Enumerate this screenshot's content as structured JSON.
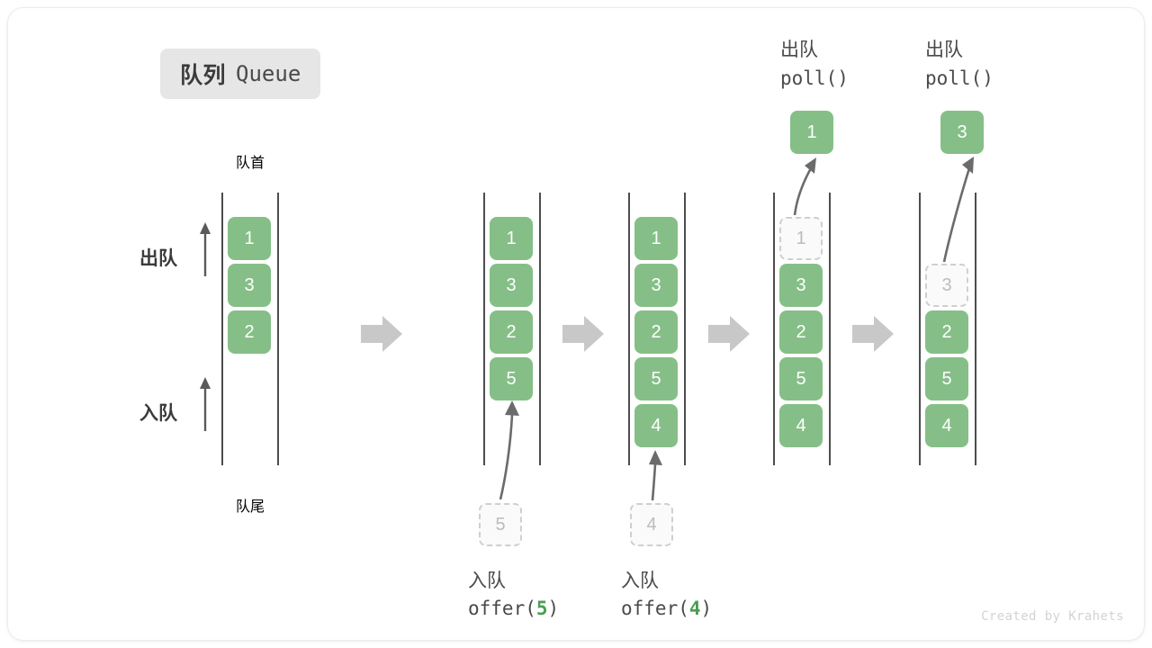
{
  "title": {
    "cn": "队列",
    "en": "Queue"
  },
  "labels": {
    "head": "队首",
    "tail": "队尾",
    "dequeue": "出队",
    "enqueue": "入队"
  },
  "credit": "Created by Krahets",
  "colors": {
    "cell_green": "#85bf87",
    "ghost_fill": "#fafafa",
    "ghost_border": "#cfcfcf",
    "ghost_text": "#bcbcbc",
    "rail": "#4d4d4d",
    "arrow_gray": "#c8c8c8",
    "curve_arrow": "#6b6b6b",
    "badge_bg": "#e6e6e6",
    "text_dark": "#3b3b3b"
  },
  "columns": [
    {
      "name": "initial",
      "cells": [
        "1",
        "3",
        "2"
      ],
      "ghost": null,
      "popped": null,
      "top_caption": null,
      "bottom_caption": null
    },
    {
      "name": "after-offer-5",
      "cells": [
        "1",
        "3",
        "2",
        "5"
      ],
      "ghost": {
        "value": "5",
        "position": "below"
      },
      "popped": null,
      "top_caption": null,
      "bottom_caption": {
        "cn": "入队",
        "code_prefix": "offer(",
        "code_num": "5",
        "code_suffix": ")"
      }
    },
    {
      "name": "after-offer-4",
      "cells": [
        "1",
        "3",
        "2",
        "5",
        "4"
      ],
      "ghost": {
        "value": "4",
        "position": "below"
      },
      "popped": null,
      "top_caption": null,
      "bottom_caption": {
        "cn": "入队",
        "code_prefix": "offer(",
        "code_num": "4",
        "code_suffix": ")"
      }
    },
    {
      "name": "after-poll-1",
      "cells": [
        "3",
        "2",
        "5",
        "4"
      ],
      "ghost": {
        "value": "1",
        "position": "slot0"
      },
      "popped": "1",
      "top_caption": {
        "cn": "出队",
        "code": "poll()"
      },
      "bottom_caption": null
    },
    {
      "name": "after-poll-3",
      "cells": [
        "2",
        "5",
        "4"
      ],
      "ghost": {
        "value": "3",
        "position": "slot1"
      },
      "popped": "3",
      "top_caption": {
        "cn": "出队",
        "code": "poll()"
      },
      "bottom_caption": null
    }
  ]
}
